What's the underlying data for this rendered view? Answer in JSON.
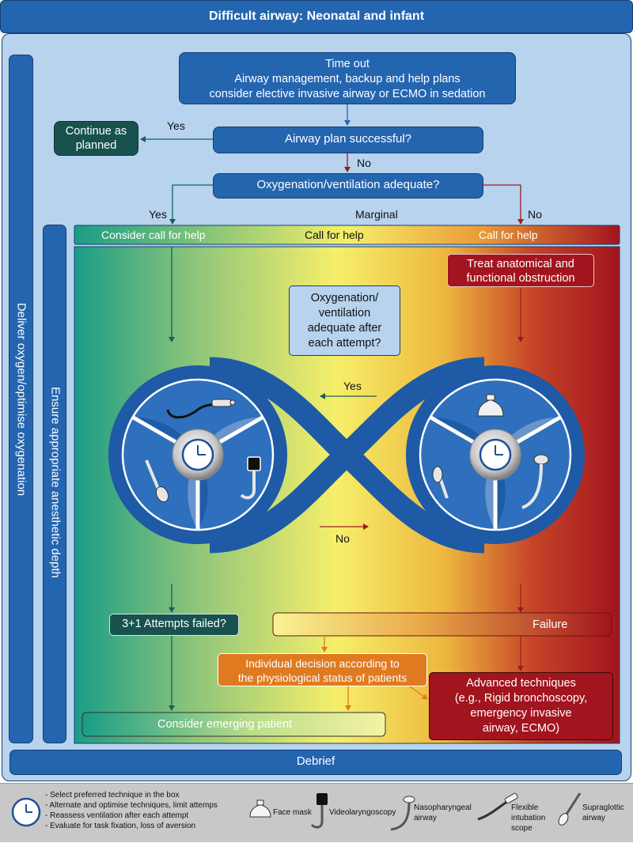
{
  "title": "Difficult airway: Neonatal and infant",
  "side": {
    "oxygenation": "Deliver oxygen/optimise oxygenation",
    "anesthesia": "Ensure appropriate anesthetic depth"
  },
  "flow": {
    "timeout": [
      "Time out",
      "Airway management, backup and help plans",
      "consider elective invasive airway or ECMO in sedation"
    ],
    "plan_question": "Airway plan successful?",
    "continue": [
      "Continue as",
      "planned"
    ],
    "yes1": "Yes",
    "no1": "No",
    "oxy_question": "Oxygenation/ventilation adequate?",
    "yes2": "Yes",
    "marginal": "Marginal",
    "no2": "No"
  },
  "help_bar": {
    "left": "Consider call for help",
    "center": "Call for help",
    "right": "Call for help"
  },
  "colors": {
    "green": "#1a9c86",
    "yellow": "#f6ef6a",
    "red": "#a2141e",
    "blue": "#2465b0",
    "light_blue": "#b7d3ee"
  },
  "main": {
    "treat": [
      "Treat anatomical and",
      "functional obstruction"
    ],
    "oxy_after": [
      "Oxygenation/",
      "ventilation",
      "adequate after",
      "each attempt?"
    ],
    "loop_yes": "Yes",
    "loop_no": "No",
    "attempts": "3+1 Attempts failed?",
    "failure": "Failure",
    "individual": [
      "Individual decision according to",
      "the physiological status of patients"
    ],
    "advanced": [
      "Advanced techniques",
      "(e.g., Rigid bronchoscopy,",
      "emergency invasive",
      "airway, ECMO)"
    ],
    "emerging": "Consider emerging patient"
  },
  "debrief": "Debrief",
  "legend": {
    "notes": [
      "- Select preferred technique in the box",
      "- Alternate and optimise techniques, limit attemps",
      "- Reassess ventilation after each attempt",
      "- Evaluate for task fixation, loss of aversion"
    ],
    "face_mask": "Face mask",
    "video": "Videolaryngoscopy",
    "naso": [
      "Nasopharyngeal",
      "airway"
    ],
    "flex": [
      "Flexible",
      "intubation",
      "scope"
    ],
    "supra": [
      "Supraglottic",
      "airway"
    ],
    "icons": [
      "clock-icon",
      "face-mask-icon",
      "videolaryngoscope-icon",
      "nasopharyngeal-airway-icon",
      "flexible-scope-icon",
      "supraglottic-airway-icon"
    ]
  }
}
